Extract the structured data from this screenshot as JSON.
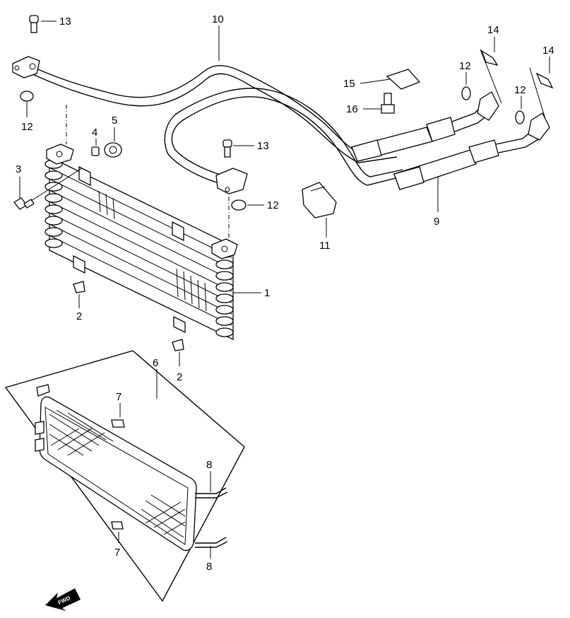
{
  "callouts": {
    "c1": "1",
    "c2a": "2",
    "c2b": "2",
    "c3": "3",
    "c4": "4",
    "c5": "5",
    "c6": "6",
    "c7a": "7",
    "c7b": "7",
    "c8a": "8",
    "c8b": "8",
    "c9": "9",
    "c10": "10",
    "c11": "11",
    "c12a": "12",
    "c12b": "12",
    "c12c": "12",
    "c12d": "12",
    "c13a": "13",
    "c13b": "13",
    "c14a": "14",
    "c14b": "14",
    "c15": "15",
    "c16": "16"
  },
  "fwd_label": "FWD"
}
